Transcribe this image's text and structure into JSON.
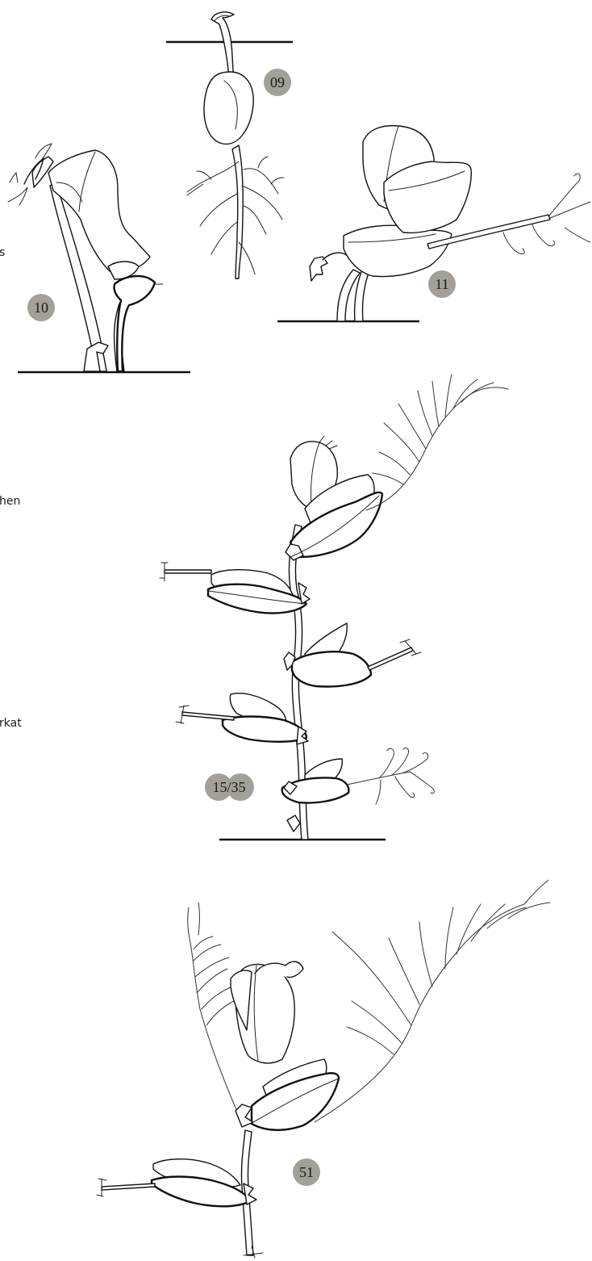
{
  "stages": [
    {
      "code": "09"
    },
    {
      "code": "10"
    },
    {
      "code": "11"
    },
    {
      "code": "15/35"
    },
    {
      "code": "51"
    }
  ],
  "cropped_text": [
    "s",
    "hen",
    "rkat"
  ],
  "colors": {
    "badge_fill": "#a3a09a",
    "line": "#111111",
    "background": "#ffffff"
  }
}
